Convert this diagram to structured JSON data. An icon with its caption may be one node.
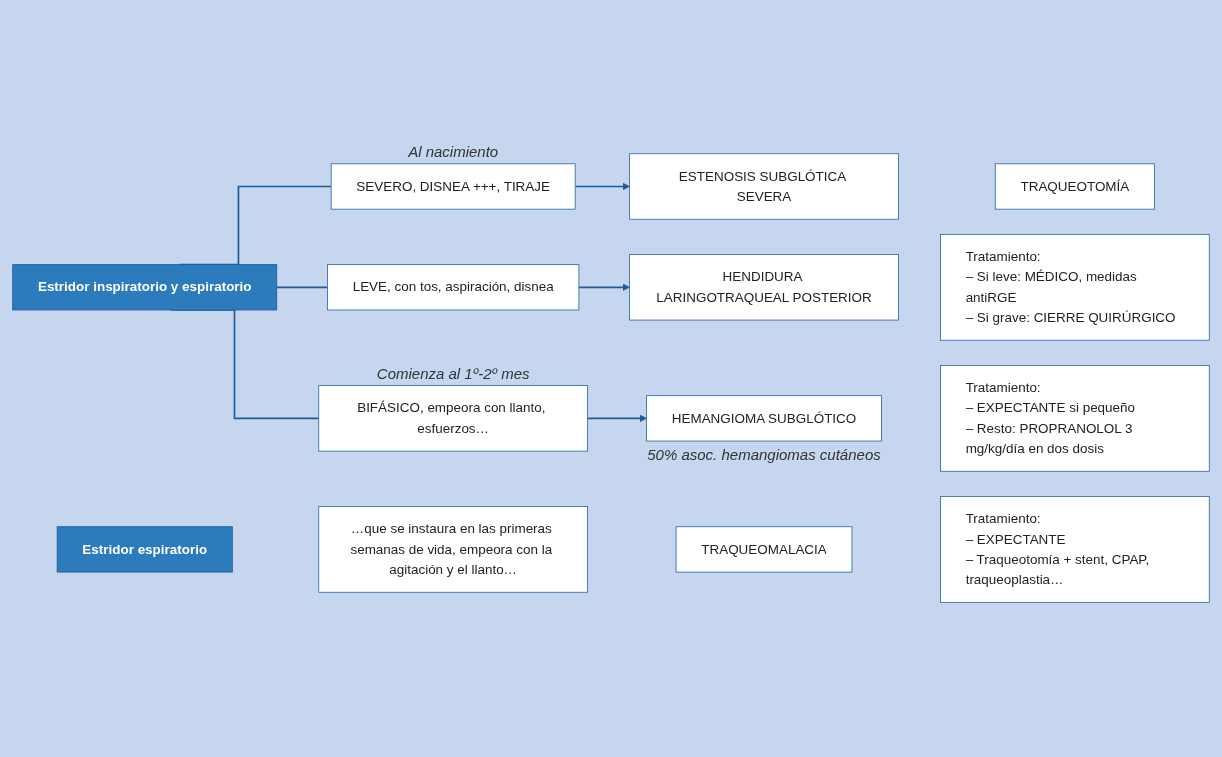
{
  "diagram": {
    "nodes": [
      {
        "text": [
          "Estridor inspiratorio y espiratorio"
        ]
      },
      {
        "text": [
          "SEVERO, DISNEA +++, TIRAJE"
        ],
        "beside": [
          "Al nacimiento"
        ]
      },
      {
        "text": [
          "ESTENOSIS SUBGLÓTICA SEVERA"
        ]
      },
      {
        "text": [
          "TRAQUEOTOMÍA"
        ]
      },
      {
        "text": [
          "LEVE, con tos, aspiración, disnea"
        ]
      },
      {
        "text": [
          "HENDIDURA LARINGOTRAQUEAL POSTERIOR"
        ]
      },
      {
        "text": [
          "Tratamiento:",
          "– Si leve: MÉDICO, medidas antiRGE",
          "– Si grave: CIERRE QUIRÚRGICO"
        ]
      },
      {
        "text": [
          "BIFÁSICO, empeora con llanto, esfuerzos…"
        ],
        "beside": [
          "Comienza al 1º-2º mes"
        ]
      },
      {
        "text": [
          "HEMANGIOMA SUBGLÓTICO"
        ],
        "beside": [
          "50% asoc. hemangiomas cutáneos"
        ]
      },
      {
        "text": [
          "Tratamiento:",
          "– EXPECTANTE si pequeño",
          "– Resto: PROPRANOLOL 3 mg/kg/día en dos dosis"
        ]
      },
      {
        "text": [
          "Estridor espiratorio"
        ]
      },
      {
        "text": [
          "…que se instaura en las primeras semanas de vida, empeora con la agitación y el llanto…"
        ]
      },
      {
        "text": [
          "TRAQUEOMALACIA"
        ]
      },
      {
        "text": [
          "Tratamiento:",
          "– EXPECTANTE",
          "– Traqueotomía + stent, CPAP, traqueoplastia…"
        ]
      }
    ],
    "edges": [
      {
        "from": 0,
        "to": 1,
        "arrow": "none"
      },
      {
        "from": 0,
        "to": 4,
        "arrow": "none"
      },
      {
        "from": 0,
        "to": 7,
        "arrow": "none"
      },
      {
        "from": 1,
        "to": 2,
        "arrow": "to"
      },
      {
        "from": 4,
        "to": 5,
        "arrow": "to"
      },
      {
        "from": 7,
        "to": 8,
        "arrow": "to"
      }
    ]
  }
}
